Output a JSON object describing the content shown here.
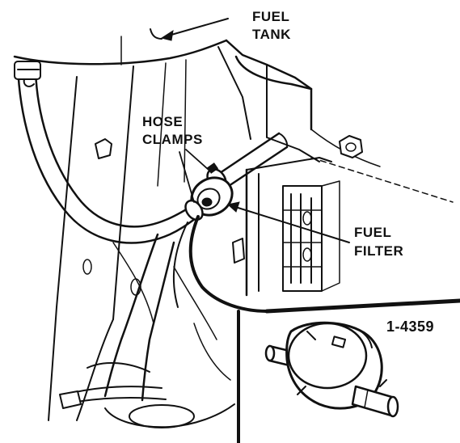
{
  "labels": {
    "fuel_tank_line1": "FUEL",
    "fuel_tank_line2": "TANK",
    "hose_clamps_line1": "HOSE",
    "hose_clamps_line2": "CLAMPS",
    "fuel_filter_line1": "FUEL",
    "fuel_filter_line2": "FILTER",
    "figure_number": "1-4359"
  }
}
